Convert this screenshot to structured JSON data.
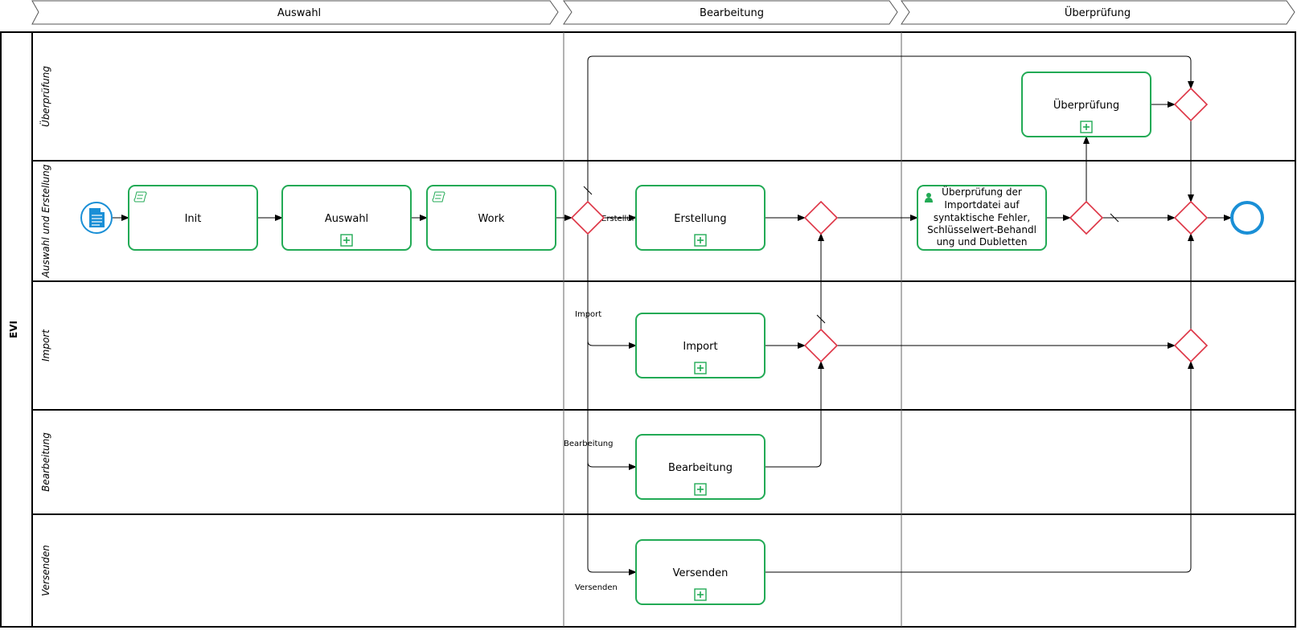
{
  "diagram": {
    "pool": {
      "name": "EVI"
    },
    "phases": [
      {
        "id": "auswahl",
        "label": "Auswahl"
      },
      {
        "id": "bearbeitung",
        "label": "Bearbeitung"
      },
      {
        "id": "ueberpruefung",
        "label": "Überprüfung"
      }
    ],
    "lanes": [
      {
        "id": "ueberpruefung",
        "label": "Überprüfung"
      },
      {
        "id": "auswahl-erstellung",
        "label": "Auswahl und Erstellung"
      },
      {
        "id": "import",
        "label": "Import"
      },
      {
        "id": "bearbeitung",
        "label": "Bearbeitung"
      },
      {
        "id": "versenden",
        "label": "Versenden"
      }
    ],
    "tasks": {
      "init": {
        "label": "Init",
        "marker": "script"
      },
      "auswahl": {
        "label": "Auswahl",
        "marker": "subprocess"
      },
      "work": {
        "label": "Work",
        "marker": "script"
      },
      "erstellung": {
        "label": "Erstellung",
        "marker": "subprocess"
      },
      "import": {
        "label": "Import",
        "marker": "subprocess"
      },
      "bearbeitung": {
        "label": "Bearbeitung",
        "marker": "subprocess"
      },
      "versenden": {
        "label": "Versenden",
        "marker": "subprocess"
      },
      "ueberpruefung": {
        "label": "Überprüfung",
        "marker": "subprocess"
      },
      "pruefung_import": {
        "lines": [
          "Überprüfung der",
          "Importdatei auf",
          "syntaktische Fehler,",
          "Schlüsselwert-Behandl",
          "ung und Dubletten"
        ],
        "marker": "user"
      }
    },
    "edge_labels": {
      "erstellung": "Erstellung",
      "import": "Import",
      "bearbeitung": "Bearbeitung",
      "versenden": "Versenden"
    },
    "colors": {
      "task_border": "#22aa55",
      "gateway_border": "#dd3344",
      "start_event": "#1a8fd6",
      "end_event": "#1a8fd6"
    }
  }
}
